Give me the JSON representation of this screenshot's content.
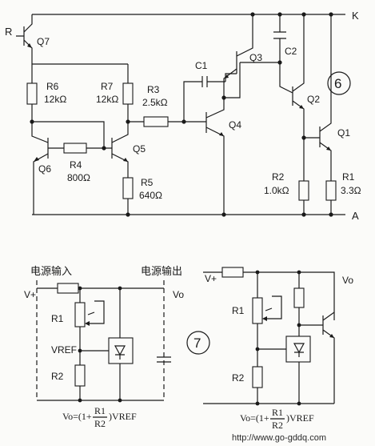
{
  "figure6": {
    "number": "6",
    "terminals": {
      "top_left": "R",
      "top_right": "K",
      "bottom_right": "A"
    },
    "transistors": {
      "q7": "Q7",
      "q6": "Q6",
      "q5": "Q5",
      "q4": "Q4",
      "q3": "Q3",
      "q2": "Q2",
      "q1": "Q1"
    },
    "resistors": {
      "r6": {
        "name": "R6",
        "value": "12kΩ"
      },
      "r7": {
        "name": "R7",
        "value": "12kΩ"
      },
      "r3": {
        "name": "R3",
        "value": "2.5kΩ"
      },
      "r4": {
        "name": "R4",
        "value": "800Ω"
      },
      "r5": {
        "name": "R5",
        "value": "640Ω"
      },
      "r2": {
        "name": "R2",
        "value": "1.0kΩ"
      },
      "r1": {
        "name": "R1",
        "value": "3.3Ω"
      }
    },
    "capacitors": {
      "c1": "C1",
      "c2": "C2"
    }
  },
  "figure7": {
    "number": "7",
    "input_label": "电源输入",
    "output_label": "电源输出",
    "vplus": "V+",
    "vo": "Vo",
    "r1": "R1",
    "r2": "R2",
    "vref": "VREF",
    "formula": {
      "lhs": "Vo=(1+",
      "num": "R1",
      "den": "R2",
      "rhs": ")VREF"
    }
  },
  "figure8": {
    "vplus": "V+",
    "vo": "Vo",
    "r1": "R1",
    "r2": "R2",
    "formula": {
      "lhs": "Vo=(1+",
      "num": "R1",
      "den": "R2",
      "rhs": ")VREF"
    }
  },
  "watermark": "http://www.go-gddq.com"
}
